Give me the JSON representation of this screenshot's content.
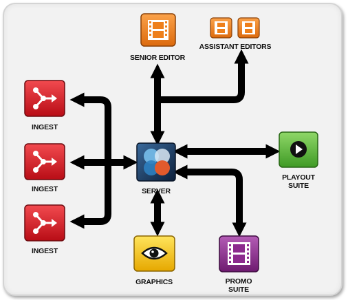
{
  "nodes": {
    "senior_editor": "SENIOR EDITOR",
    "assistant_editors": "ASSISTANT EDITORS",
    "ingest_1": "INGEST",
    "ingest_2": "INGEST",
    "ingest_3": "INGEST",
    "server": "SERVER",
    "playout_1": "PLAYOUT",
    "playout_2": "SUITE",
    "graphics": "GRAPHICS",
    "promo_1": "PROMO",
    "promo_2": "SUITE"
  },
  "colors": {
    "ingest": "#d8141f",
    "editor": "#ee7f1b",
    "playout": "#5db83a",
    "graphics": "#f0c316",
    "promo": "#8c2a8e",
    "server": "#1c3c66",
    "arrow": "#000000"
  },
  "icons": {
    "ingest": "branch-icon",
    "editor": "film-icon",
    "playout": "play-icon",
    "graphics": "eye-icon",
    "promo": "film-icon",
    "server": "server-logo-icon"
  }
}
